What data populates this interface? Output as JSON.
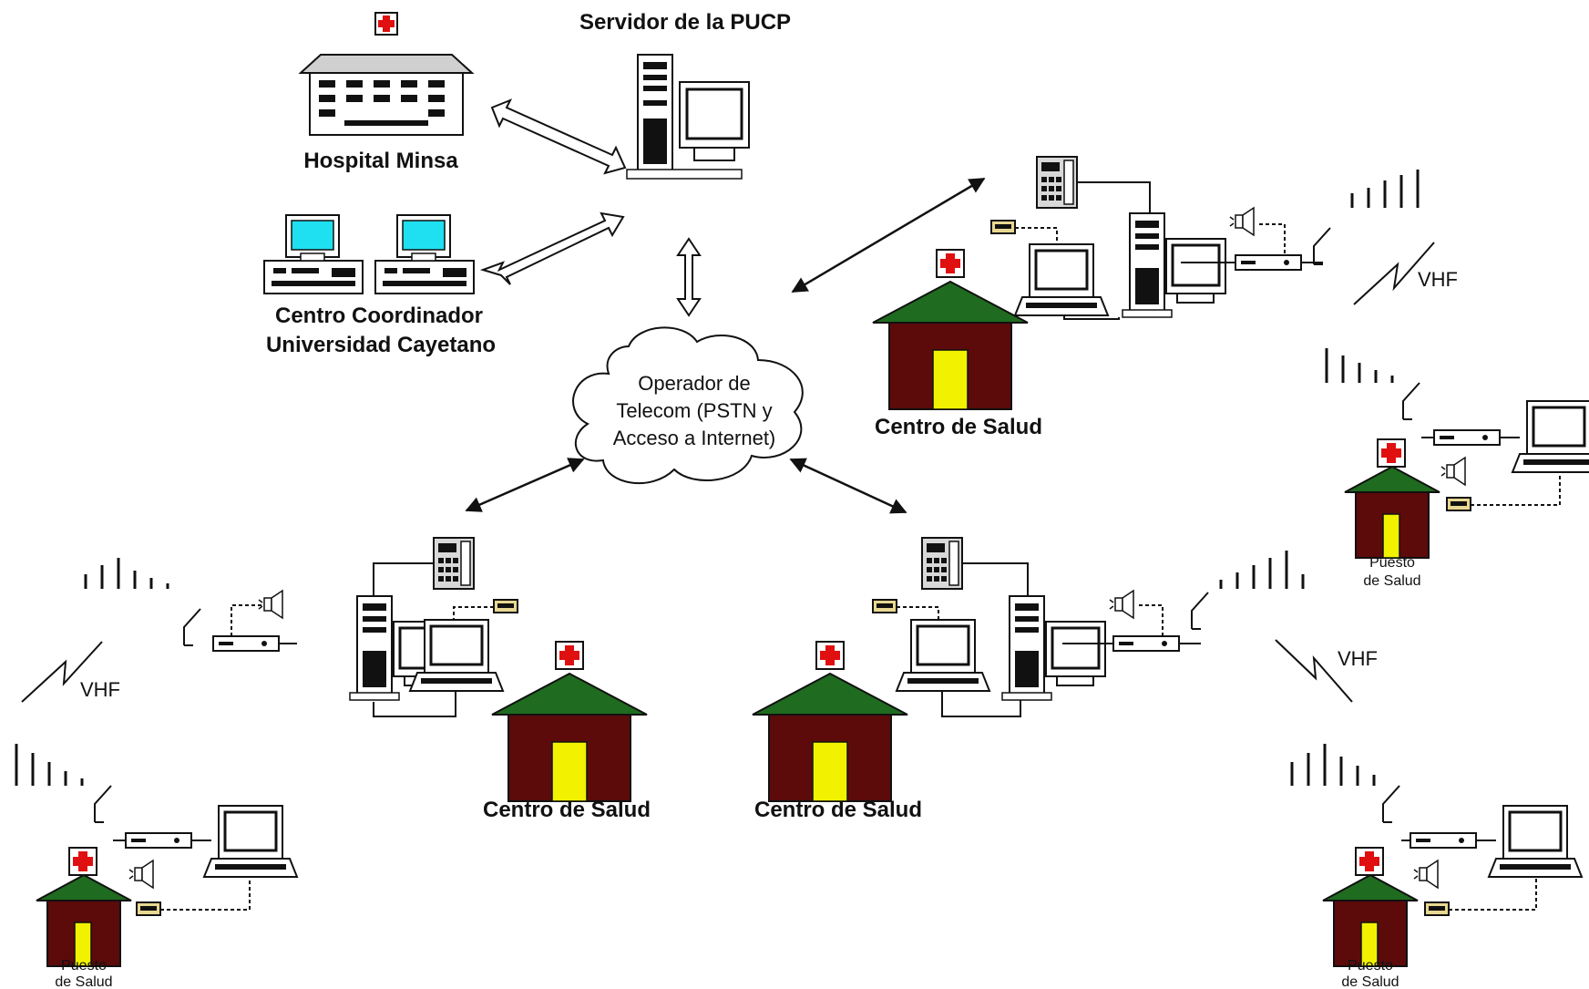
{
  "labels": {
    "server": "Servidor de la PUCP",
    "hospital": "Hospital Minsa",
    "coordinator_line1": "Centro Coordinador",
    "coordinator_line2": "Universidad Cayetano",
    "health_center": "Centro de Salud",
    "health_post_line1": "Puesto",
    "health_post_line2": "de Salud",
    "vhf": "VHF"
  },
  "cloud": {
    "line1": "Operador de",
    "line2": "Telecom (PSTN y",
    "line3": "Acceso a Internet)"
  },
  "colors": {
    "roof": "#1f6b1f",
    "wall": "#5c0a0a",
    "door": "#f2f200",
    "cross": "#e01010",
    "screen_coordinator": "#1fe0f0",
    "line": "#222222"
  }
}
